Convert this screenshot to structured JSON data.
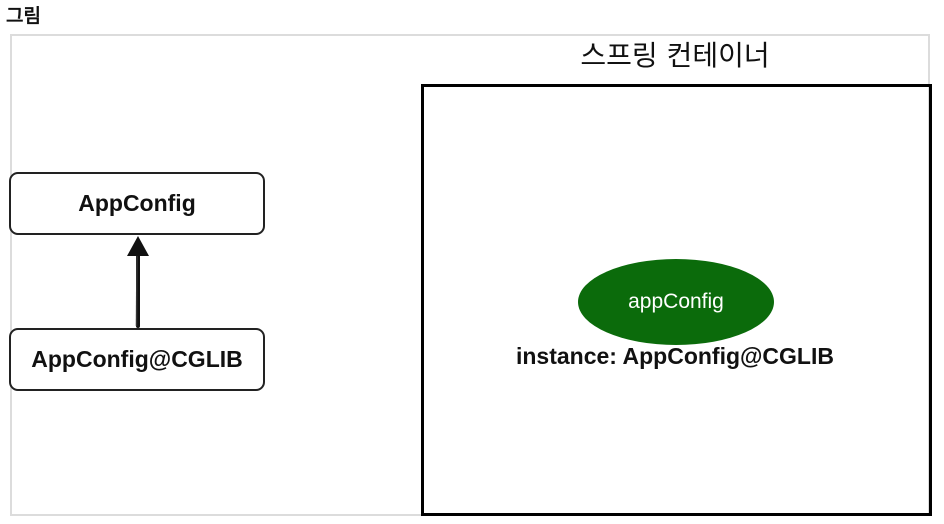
{
  "caption": "그림",
  "container": {
    "title": "스프링 컨테이너"
  },
  "classes": {
    "parent": "AppConfig",
    "child": "AppConfig@CGLIB"
  },
  "bean": {
    "name": "appConfig",
    "instance_label": "instance: AppConfig@CGLIB",
    "color": "#0b6b0b"
  }
}
